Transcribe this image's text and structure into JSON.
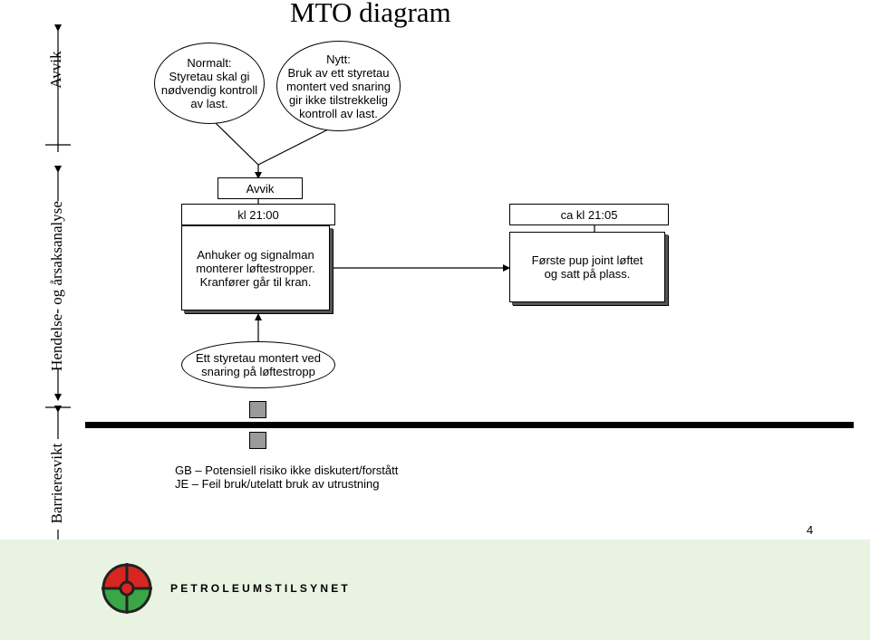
{
  "title": "MTO diagram",
  "lanes": {
    "top": "Avvik",
    "middle": "Hendelse- og årsaksanalyse",
    "bottom": "Barrieresvikt"
  },
  "ellipses": {
    "normal": "Normalt:\nStyretau skal gi\nnødvendig kontroll\nav last.",
    "new": "Nytt:\nBruk av ett styretau\nmontert ved snaring\ngir ikke tilstrekkelig\nkontroll av last.",
    "cause": "Ett styretau montert ved\nsnaring på løftestropp"
  },
  "boxes": {
    "avvik_label": "Avvik",
    "time1": "kl 21:00",
    "event1": "Anhuker og signalman\nmonterer løftestropper.\nKranfører går til kran.",
    "time2": "ca kl 21:05",
    "event2": "Første  pup joint  løftet\nog satt på plass."
  },
  "legend": {
    "line1": "GB – Potensiell risiko ikke diskutert/forstått",
    "line2": "JE – Feil bruk/utelatt bruk av utrustning"
  },
  "page_number": "4",
  "footer": {
    "brand": "PETROLEUMSTILSYNET",
    "logo_colors": {
      "red": "#d7261f",
      "green": "#3aa647",
      "ring": "#222222"
    },
    "background": "#e8f3e2"
  }
}
